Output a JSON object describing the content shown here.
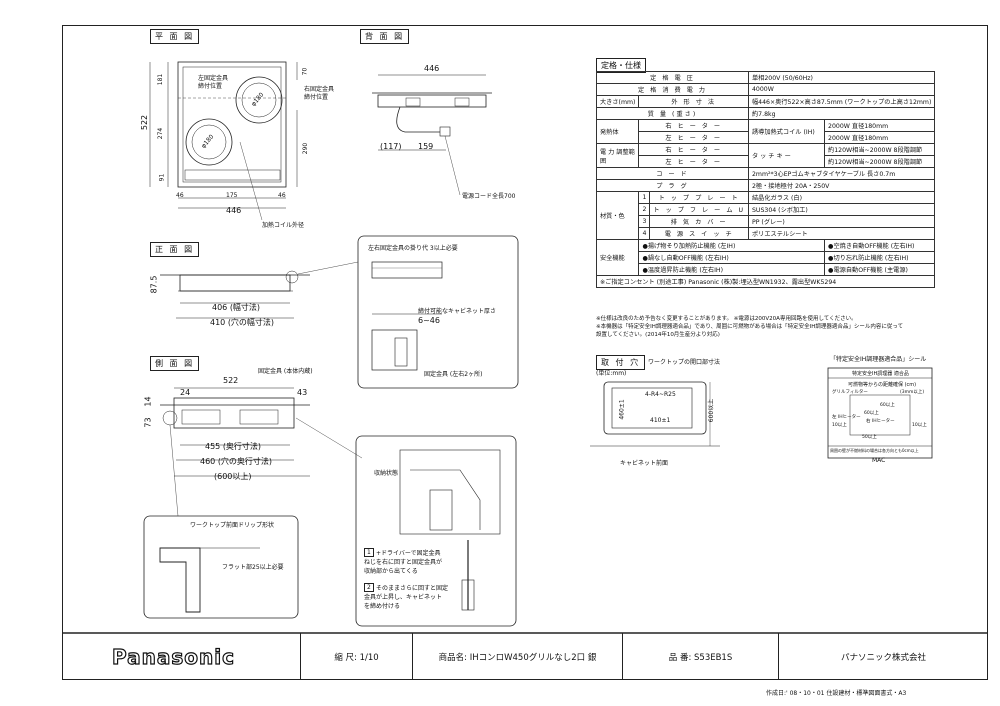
{
  "sections": {
    "plan": "平 面 図",
    "rear": "背 面 図",
    "front": "正 面 図",
    "side": "側 面 図",
    "specs": "定格・仕様",
    "mounting": "取 付 穴"
  },
  "plan_view": {
    "left_bracket": "左固定金具",
    "left_bracket_pos": "締付位置",
    "right_bracket": "右固定金具",
    "right_bracket_pos": "締付位置",
    "heating_coil": "加熱コイル外径",
    "dim_522": "522",
    "dim_181": "181",
    "dim_274": "274",
    "dim_91": "91",
    "dim_70": "70",
    "dim_290": "290",
    "dim_46a": "46",
    "dim_175": "175",
    "dim_46b": "46",
    "dim_446": "446",
    "dia_180a": "φ180",
    "dia_180b": "φ180"
  },
  "rear_view": {
    "dim_446": "446",
    "dim_117": "(117)",
    "dim_159": "159",
    "cord": "電源コード全長700"
  },
  "front_view": {
    "dim_87": "87.5",
    "dim_406": "406 (幅寸法)",
    "dim_410": "410 (穴の幅寸法)",
    "detail_top": "左右固定金具の掛り代  3以上必要",
    "detail_cabinet": "締付可能なキャビネット厚さ",
    "detail_cabinet_range": "6~46",
    "detail_bracket": "固定金具 (左右2ヶ所)"
  },
  "side_view": {
    "bracket": "固定金具 (本体内蔵)",
    "dim_522": "522",
    "dim_24": "24",
    "dim_43": "43",
    "dim_14": "14",
    "dim_73": "73",
    "dim_455": "455 (奥行寸法)",
    "dim_460": "460 (穴の奥行寸法)",
    "dim_600": "(600以上)",
    "drip_title": "ワークトップ前面ドリップ形状",
    "drip_note": "フラット部25以上必要",
    "storage": "収納状態",
    "step1_num": "1",
    "step1": "+ドライバーで固定金具",
    "step1b": "ねじを右に回すと固定金具が",
    "step1c": "収納部から出てくる",
    "step2_num": "2",
    "step2": "そのままさらに回すと固定",
    "step2b": "金具が上昇し、キャビネット",
    "step2c": "を締め付ける"
  },
  "specs": {
    "rows": [
      {
        "label": "定 格 電 圧",
        "value": "単相200V (50/60Hz)"
      },
      {
        "label": "定 格 消 費 電 力",
        "value": "4000W"
      },
      {
        "label": "外 形 寸 法",
        "prefix": "大きさ(mm)",
        "value": "幅446×奥行522×高さ87.5mm (ワークトップの上高さ12mm)"
      },
      {
        "label": "質 量 (重さ)",
        "value": "約7.8kg"
      }
    ],
    "heating_group": "発熱体",
    "heating_right": "右 ヒ ー タ ー",
    "heating_left": "左 ヒ ー タ ー",
    "heating_type": "誘導加熱式コイル (IH)",
    "heating_right_val": "2000W 直径180mm",
    "heating_left_val": "2000W 直径180mm",
    "power_group": "電 力 調整範囲",
    "power_right": "右 ヒ ー タ ー",
    "power_left": "左 ヒ ー タ ー",
    "power_type": "タ ッ チ キ ー",
    "power_right_val": "約120W相当~2000W 8段階調節",
    "power_left_val": "約120W相当~2000W 8段階調節",
    "cord_label": "コ ー ド",
    "cord_value": "2mm²*3心EPゴムキャブタイヤケーブル 長さ0.7m",
    "plug_label": "プ ラ グ",
    "plug_value": "2極・接地極付 20A・250V",
    "material_group": "材質・色",
    "materials": [
      {
        "num": "1",
        "label": "ト ッ プ プ レ ー ト",
        "value": "結晶化ガラス (白)"
      },
      {
        "num": "2",
        "label": "ト ッ プ フ レ ー ム U",
        "value": "SUS304 (シボ加工)"
      },
      {
        "num": "3",
        "label": "排 気 カ バ ー",
        "value": "PP (グレー)"
      },
      {
        "num": "4",
        "label": "電 源 ス イ ッ チ",
        "value": "ポリエステルシート"
      }
    ],
    "safety_group": "安全機能",
    "safety_left": [
      "●揚げ物そり加熱防止機能 (左IH)",
      "●鍋なし自動OFF機能 (左右IH)",
      "●温度過昇防止機能 (左右IH)"
    ],
    "safety_right": [
      "●空焼き自動OFF機能 (左右IH)",
      "●切り忘れ防止機能 (左右IH)",
      "●電源自動OFF機能 (主電源)"
    ],
    "outlet": "※ご指定コンセント (別途工事) Panasonic (株)製:埋込型WN1932、露出型WK5294"
  },
  "notes": [
    "※仕様は改良のため予告なく変更することがあります。  ※電源は200V20A専用回路を使用してください。",
    "※本機器は「特定安全IH調理器適合品」であり、周囲に可燃物がある場合は「特定安全IH調理器適合品」シール内容に従って",
    "   設置してください。(2014年10月生産分より対応)"
  ],
  "mounting": {
    "unit": "(単位:mm)",
    "title": "ワークトップの開口部寸法",
    "radius": "4-R4~R25",
    "w": "410±1",
    "d": "460±1",
    "min": "600以上",
    "cabinet_front": "キャビネット前面"
  },
  "seal": {
    "title": "「特定安全IH調理器適合品」シール",
    "line1": "特定安全IH調理器 適合品",
    "line2": "可燃物等からの距離確保 (cm)",
    "grill": "グリルフィルター",
    "left": "左 IHヒーター",
    "right": "右 IHヒーター",
    "v60a": "60以上",
    "v60b": "60以上",
    "v10a": "10以上",
    "v10b": "10以上",
    "v3": "(3mm以上)",
    "v50": "50以上",
    "footer": "周囲の壁が不燃材料の場合は各方向とも0cm以上",
    "mac": "MAC"
  },
  "titleblock": {
    "logo": "Panasonic",
    "scale": "縮 尺:  1/10",
    "product": "商品名:  IHコンロW450グリルなし2口  銀",
    "model": "品 番:  S53EB1S",
    "company": "パナソニック株式会社"
  },
  "footer": "作成日:' 08・10・01   住設建材・標準図面書式・A3"
}
